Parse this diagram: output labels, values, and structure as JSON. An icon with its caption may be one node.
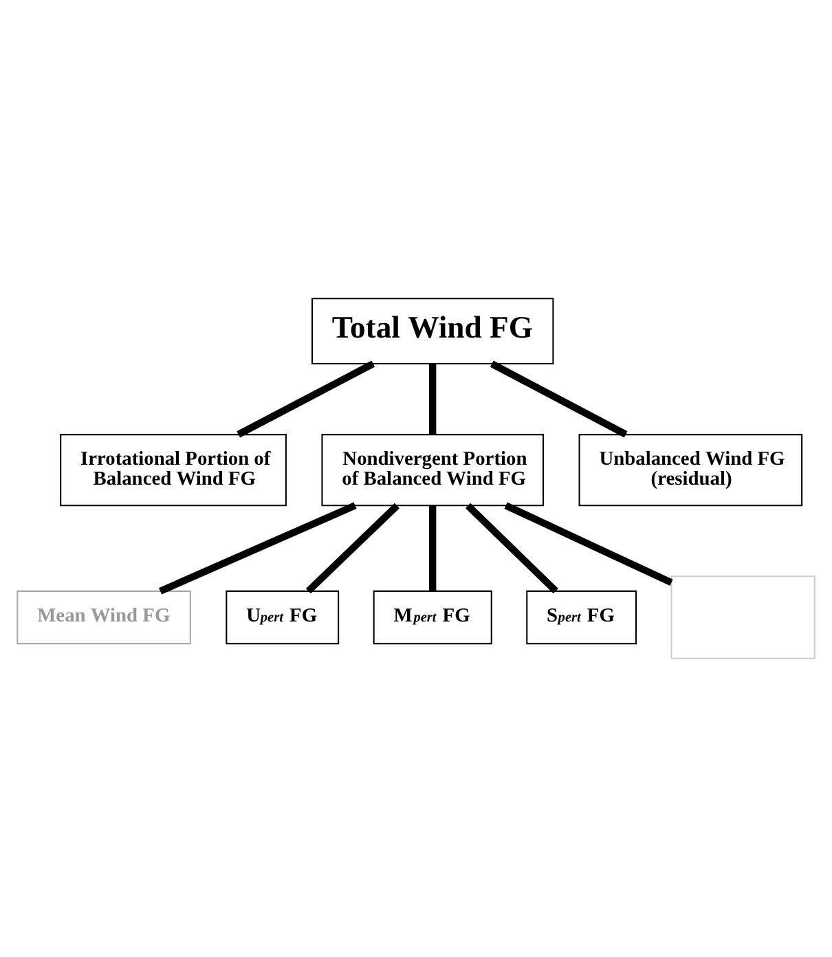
{
  "diagram": {
    "nodes": [
      {
        "text": [
          "Total Wind FG"
        ]
      },
      {
        "text": [
          "Irrotational Portion of Balanced Wind FG"
        ]
      },
      {
        "text": [
          "Unbalanced Wind FG (residual)"
        ]
      },
      {
        "text": [
          "Nondivergent Portion of Balanced Wind FG"
        ]
      },
      {
        "text": [
          "Mean Wind FG"
        ]
      },
      {
        "text": [],
        "shape": "box"
      },
      {
        "text": [
          "U$_{pert}$ FG"
        ]
      },
      {
        "text": [
          "M$_{pert}$ FG"
        ]
      },
      {
        "text": [
          "S$_{pert}$ FG"
        ]
      }
    ],
    "edges": [
      {
        "from": 0,
        "to": 1,
        "arrow": "none"
      },
      {
        "from": 0,
        "to": 3,
        "arrow": "none"
      },
      {
        "from": 0,
        "to": 2,
        "arrow": "none"
      },
      {
        "from": 3,
        "to": 4,
        "arrow": "none"
      },
      {
        "from": 3,
        "to": 6,
        "arrow": "none"
      },
      {
        "from": 3,
        "to": 7,
        "arrow": "none"
      },
      {
        "from": 3,
        "to": 8,
        "arrow": "none"
      },
      {
        "from": 3,
        "to": 5,
        "arrow": "none"
      }
    ]
  }
}
